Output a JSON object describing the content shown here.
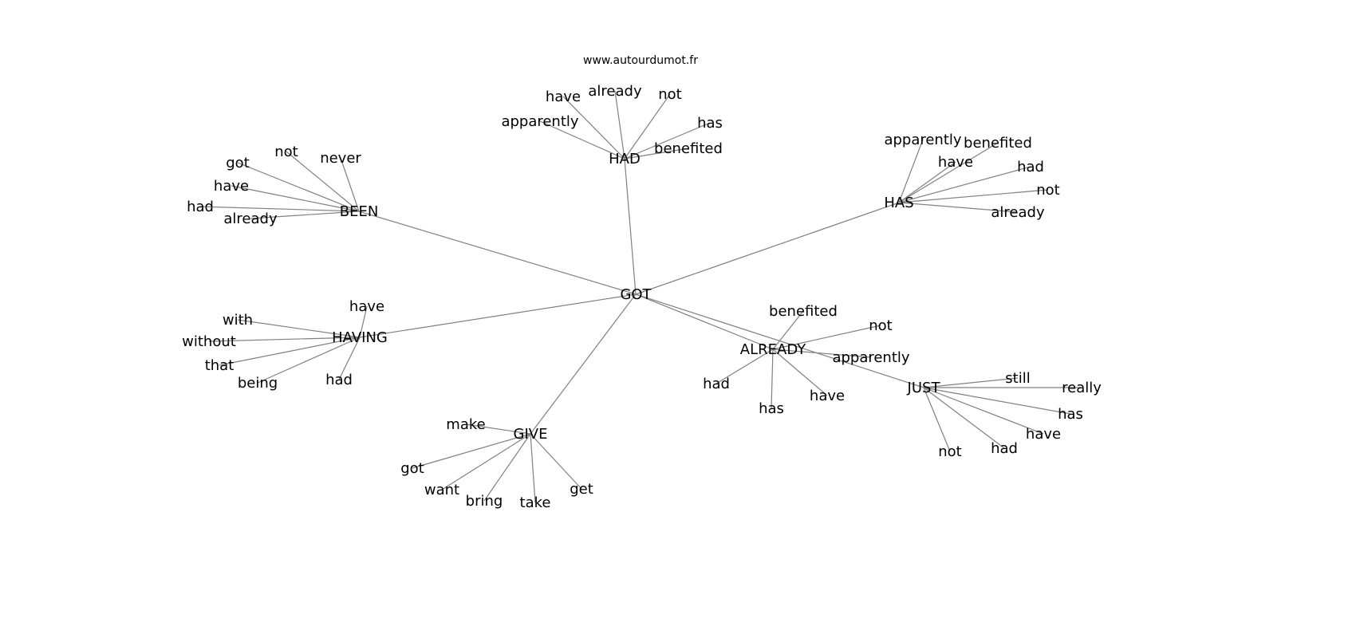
{
  "title": "www.autourdumot.fr",
  "root": "GOT",
  "hubs": [
    {
      "id": "had",
      "label": "HAD",
      "leaves": [
        "have",
        "already",
        "not",
        "has",
        "benefited",
        "apparently"
      ]
    },
    {
      "id": "been",
      "label": "BEEN",
      "leaves": [
        "got",
        "not",
        "never",
        "have",
        "had",
        "already"
      ]
    },
    {
      "id": "has",
      "label": "HAS",
      "leaves": [
        "apparently",
        "benefited",
        "have",
        "had",
        "not",
        "already"
      ]
    },
    {
      "id": "having",
      "label": "HAVING",
      "leaves": [
        "have",
        "with",
        "without",
        "that",
        "being",
        "had"
      ]
    },
    {
      "id": "give",
      "label": "GIVE",
      "leaves": [
        "make",
        "got",
        "want",
        "bring",
        "take",
        "get"
      ]
    },
    {
      "id": "already",
      "label": "ALREADY",
      "leaves": [
        "benefited",
        "not",
        "apparently",
        "had",
        "has",
        "have"
      ]
    },
    {
      "id": "just",
      "label": "JUST",
      "leaves": [
        "still",
        "really",
        "has",
        "have",
        "had",
        "not"
      ]
    }
  ],
  "colors": {
    "edge": "#808080",
    "text": "#000000"
  }
}
